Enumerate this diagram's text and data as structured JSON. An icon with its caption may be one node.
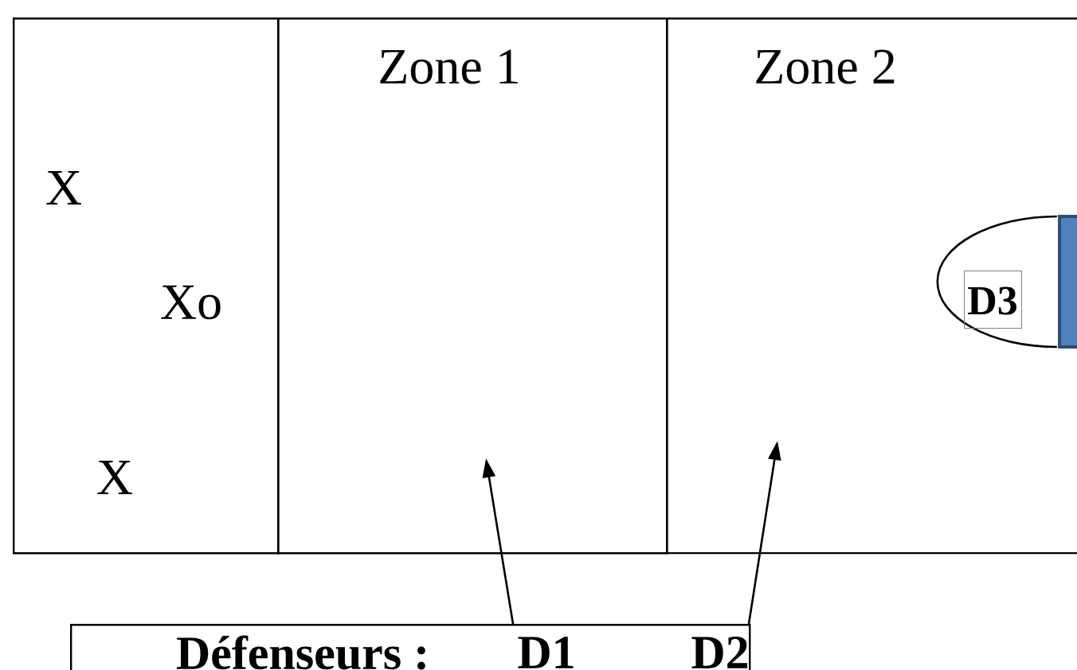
{
  "diagram": {
    "nodes": [
      {
        "text": [
          "X",
          "Xo",
          "X"
        ]
      },
      {
        "text": [
          "Zone 1"
        ]
      },
      {
        "text": [
          "Zone 2"
        ]
      },
      {
        "text": [],
        "shape": "ellipse",
        "in": 2
      },
      {
        "text": [
          "D3"
        ],
        "in": 3
      },
      {
        "text": [
          "Défenseurs :",
          "D1",
          "D2"
        ]
      }
    ],
    "edges": [
      {
        "from": 5,
        "to": 1,
        "arrow": "to"
      },
      {
        "from": 5,
        "to": 2,
        "arrow": "to"
      }
    ]
  }
}
